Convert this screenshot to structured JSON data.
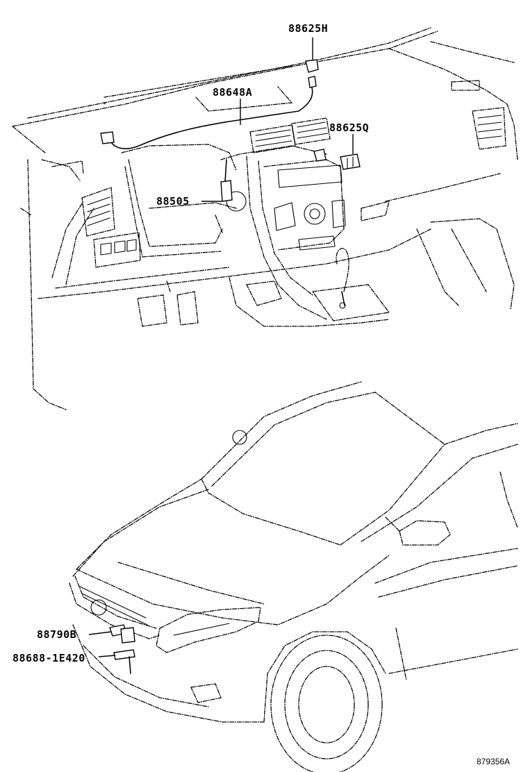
{
  "labels": {
    "p88625h": "88625H",
    "p88648a": "88648A",
    "p88625q": "88625Q",
    "p88505": "88505",
    "p88790b": "88790B",
    "p88688": "88688-1E420"
  },
  "drawing_code": "879356A"
}
